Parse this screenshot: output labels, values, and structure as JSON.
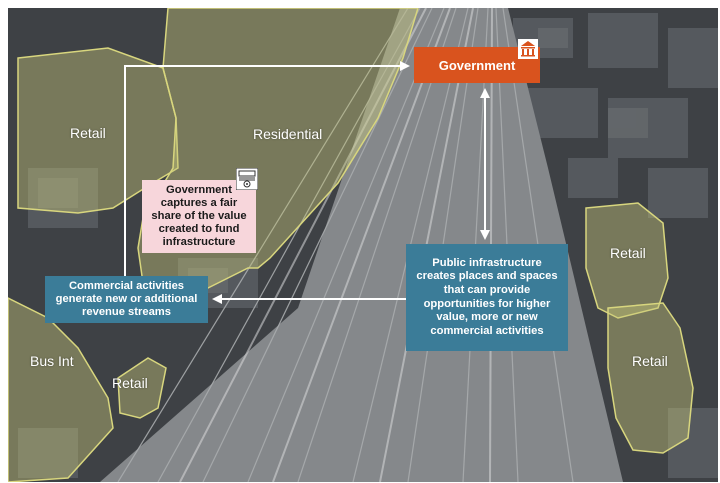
{
  "zones": {
    "retail_top_left": "Retail",
    "residential": "Residential",
    "retail_right_upper": "Retail",
    "retail_right_lower": "Retail",
    "bus_int": "Bus Int",
    "retail_bottom_left": "Retail"
  },
  "boxes": {
    "government": "Government",
    "captures_value": "Government captures a fair share of the value created to fund infrastructure",
    "commercial_activities": "Commercial activities generate new or additional revenue streams",
    "public_infrastructure": "Public infrastructure creates places and spaces that can provide opportunities for higher value, more or new commercial activities"
  },
  "icons": [
    "government-building-icon",
    "cash-register-icon"
  ],
  "colors": {
    "government_box": "#d9531e",
    "teal_box": "#3b7c98",
    "pink_box": "#f7d6db",
    "zone_fill": "#c9c77a",
    "arrow": "#ffffff"
  }
}
